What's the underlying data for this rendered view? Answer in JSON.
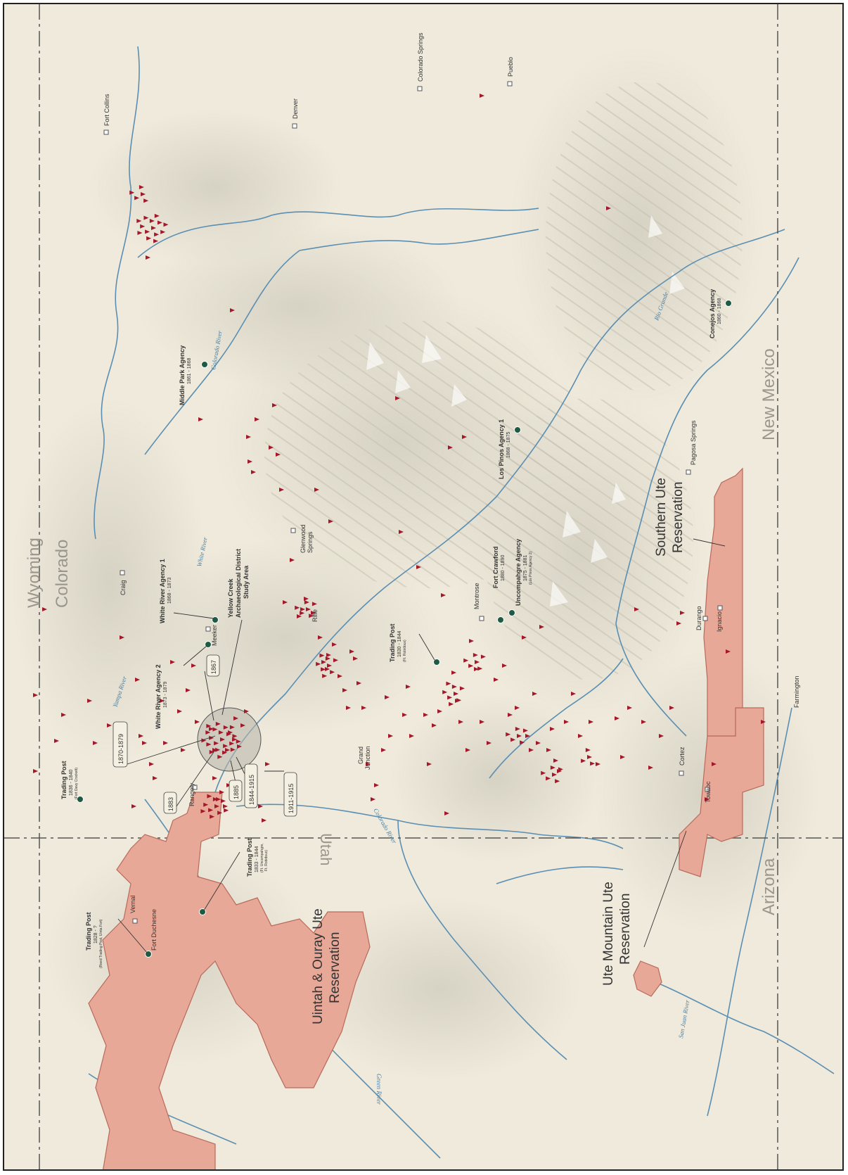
{
  "states": {
    "wyoming": "Wyoming",
    "colorado": "Colorado",
    "utah": "Utah",
    "new_mexico": "New Mexico",
    "arizona": "Arizona"
  },
  "reservations": {
    "uintah_ouray_line1": "Uintah & Ouray Ute",
    "uintah_ouray_line2": "Reservation",
    "ute_mountain_line1": "Ute Mountain Ute",
    "ute_mountain_line2": "Reservation",
    "southern_ute_line1": "Southern Ute",
    "southern_ute_line2": "Reservation"
  },
  "cities": {
    "fort_collins": "Fort Collins",
    "denver": "Denver",
    "colorado_springs": "Colorado Springs",
    "pueblo": "Pueblo",
    "craig": "Craig",
    "meeker": "Meeker",
    "rangely": "Rangely",
    "vernal": "Vernal",
    "fort_duchesne": "Fort Duchesne",
    "glenwood_springs_1": "Glenwood",
    "glenwood_springs_2": "Springs",
    "rifle": "Rifle",
    "grand_junction_1": "Grand",
    "grand_junction_2": "Junction",
    "montrose": "Montrose",
    "durango": "Durango",
    "ignacio": "Ignacio",
    "pagosa_springs": "Pagosa Springs",
    "cortez": "Cortez",
    "towaoc": "Towaoc",
    "farmington": "Farmington"
  },
  "rivers": {
    "yampa": "Yampa River",
    "white": "White River",
    "colorado": "Colorado River",
    "green": "Green River",
    "san_juan": "San Juan River",
    "rio_grande": "Rio Grande"
  },
  "sites": {
    "trading_post_1836": {
      "name": "Trading Post",
      "dates": "1836 - 1840",
      "note": "(Fort Davy Crockett)"
    },
    "trading_post_1828": {
      "name": "Trading Post",
      "dates": "1828 - ?",
      "note": "(Reed Trading Post, Uinta Fort)"
    },
    "trading_post_1833": {
      "name": "Trading Post",
      "dates": "1833 - 1844",
      "note": "(Ft. Uncompahgre,"
    },
    "trading_post_1833_note2": "Ft. Robidoux)",
    "trading_post_1830": {
      "name": "Trading Post",
      "dates": "1830 - 1844",
      "note": "(Ft. Robidoux)"
    },
    "white_river_agency_1": {
      "name": "White River Agency 1",
      "dates": "1868 - 1873"
    },
    "white_river_agency_2": {
      "name": "White River Agency 2",
      "dates": "1873 - 1879"
    },
    "middle_park_agency": {
      "name": "Middle Park Agency",
      "dates": "1861 - 1868"
    },
    "los_pinos_agency": {
      "name": "Los Pinos Agency 1",
      "dates": "1868 - 1875"
    },
    "fort_crawford": {
      "name": "Fort Crawford",
      "dates": "1880 - 1890"
    },
    "uncompahgre_agency": {
      "name": "Uncompahgre Agency",
      "dates": "1875 - 1881",
      "note": "(Los Pinos Agency 2)"
    },
    "conejos_agency": {
      "name": "Conejos Agency",
      "dates": "1860 - 1868"
    }
  },
  "study_area": {
    "line1": "Yellow Creek",
    "line2": "Archaeological District",
    "line3": "Study Area"
  },
  "date_boxes": {
    "d1870": "1870-1879",
    "d1867": "1867",
    "d1883": "1883",
    "d1885": "1885",
    "d1844": "1844-1915",
    "d1911": "1911-1915"
  },
  "colors": {
    "background": "#efeadb",
    "reservation_fill": "#e8a898",
    "reservation_stroke": "#b86a5c",
    "site_marker": "#a3182a",
    "agency_marker": "#1e5a44",
    "river": "#5a8fb3",
    "state_label": "#9a968c"
  }
}
